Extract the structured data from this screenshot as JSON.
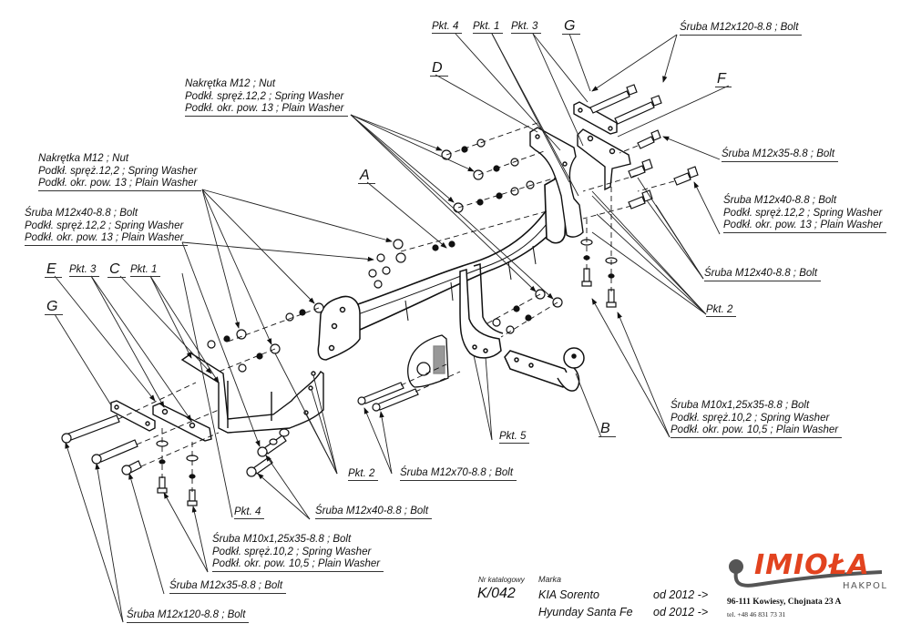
{
  "diagram": {
    "title": "Exploded assembly drawing – tow bar (hak holowniczy)",
    "part_letters": {
      "A": "A",
      "B": "B",
      "C": "C",
      "D": "D",
      "E": "E",
      "F": "F",
      "G_top": "G",
      "G_left": "G"
    },
    "pkt_labels": {
      "pkt4_top": "Pkt. 4",
      "pkt1_top": "Pkt. 1",
      "pkt3_top": "Pkt. 3",
      "pkt3_left": "Pkt. 3",
      "pkt1_left": "Pkt. 1",
      "pkt2_right": "Pkt. 2",
      "pkt5": "Pkt. 5",
      "pkt2_center": "Pkt. 2",
      "pkt4_bottom": "Pkt. 4"
    },
    "callouts": {
      "top_right_bolt_120": [
        "Śruba M12x120-8.8 ;  Bolt"
      ],
      "right_bolt_35": [
        "Śruba M12x35-8.8 ;  Bolt"
      ],
      "right_bolt_40_set": [
        "Śruba M12x40-8.8 ;  Bolt",
        "Podkł. spręż.12,2 ; Spring Washer",
        "Podkł. okr. pow. 13 ; Plain Washer"
      ],
      "right_bolt_40": [
        "Śruba M12x40-8.8 ;  Bolt"
      ],
      "right_bolt_m10_set": [
        "Śruba M10x1,25x35-8.8 ;  Bolt",
        "Podkł. spręż.10,2 ; Spring Washer",
        "Podkł. okr. pow. 10,5 ; Plain Washer"
      ],
      "top_nut_set": [
        "Nakrętka  M12 ; Nut",
        "Podkł. spręż.12,2 ; Spring Washer",
        "Podkł. okr. pow. 13 ; Plain Washer"
      ],
      "left_nut_set": [
        "Nakrętka  M12 ; Nut",
        "Podkł. spręż.12,2 ; Spring Washer",
        "Podkł. okr. pow. 13 ; Plain Washer"
      ],
      "left_bolt_40_set": [
        "Śruba M12x40-8.8 ;  Bolt",
        "Podkł. spręż.12,2 ; Spring Washer",
        "Podkł. okr. pow. 13 ; Plain Washer"
      ],
      "center_bolt_70": [
        "Śruba M12x70-8.8 ;  Bolt"
      ],
      "bottom_bolt_40": [
        "Śruba M12x40-8.8 ;  Bolt"
      ],
      "bottom_bolt_m10_set": [
        "Śruba M10x1,25x35-8.8 ;  Bolt",
        "Podkł. spręż.10,2 ; Spring Washer",
        "Podkł. okr. pow. 10,5 ; Plain Washer"
      ],
      "bottom_bolt_35": [
        "Śruba M12x35-8.8 ;  Bolt"
      ],
      "bottom_bolt_120": [
        "Śruba M12x120-8.8 ;  Bolt"
      ]
    }
  },
  "title_block": {
    "catalog_label": "Nr katalogowy",
    "catalog_number": "K/042",
    "brand_label": "Marka",
    "vehicles": [
      {
        "model": "KIA Sorento",
        "from": "od  2012 ->"
      },
      {
        "model": "Hyunday Santa Fe",
        "from": "od  2012 ->"
      }
    ]
  },
  "company": {
    "logo_text": "IMIOŁA",
    "sub_brand": "HAKPOL",
    "address": "96-111 Kowiesy, Chojnata 23 A",
    "phone": "tel. +48 46 831 73 31",
    "brand_color": "#e2431f",
    "logo_gray": "#555555"
  }
}
